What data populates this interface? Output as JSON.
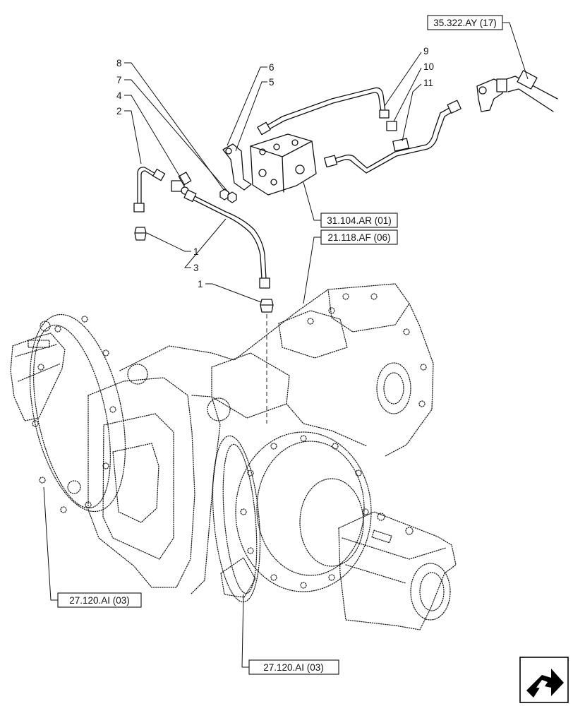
{
  "references": {
    "hose_ref": "35.322.AY (17)",
    "valve_ref": "31.104.AR (01)",
    "housing_ref": "21.118.AF (06)",
    "left_housing_ref": "27.120.AI (03)",
    "right_housing_ref": "27.120.AI (03)"
  },
  "callouts": [
    "9",
    "10",
    "11",
    "6",
    "5",
    "8",
    "7",
    "4",
    "2",
    "1",
    "3",
    "1"
  ],
  "icons": {
    "navigation": "next-page-arrow-icon"
  }
}
